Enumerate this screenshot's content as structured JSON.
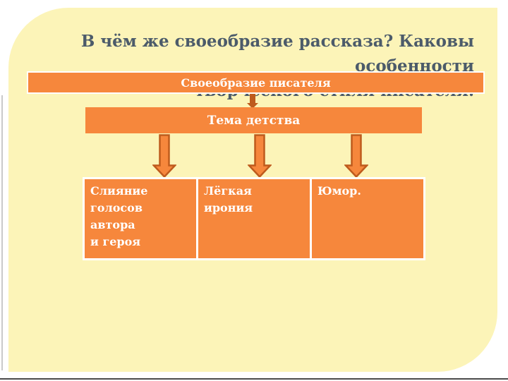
{
  "slide": {
    "title": "В чём же своеобразие рассказа? Каковы особенности\nтворческого стиля писателя."
  },
  "diagram": {
    "root_label": "Своеобразие писателя",
    "theme_label": "Тема детства",
    "cells": [
      "Слияние\nголосов автора\nи героя",
      "Лёгкая ирония",
      "Юмор."
    ]
  },
  "colors": {
    "slide_background": "#FCF4B8",
    "accent_orange": "#F6873C",
    "arrow_outline": "#BE5B1D",
    "title_text": "#4C5B6A",
    "box_text": "#FFFFFF",
    "page_background": "#FFFFFF",
    "edge_line_gray": "#C9C9C9",
    "bottom_line_dark": "#4A4A4A"
  }
}
